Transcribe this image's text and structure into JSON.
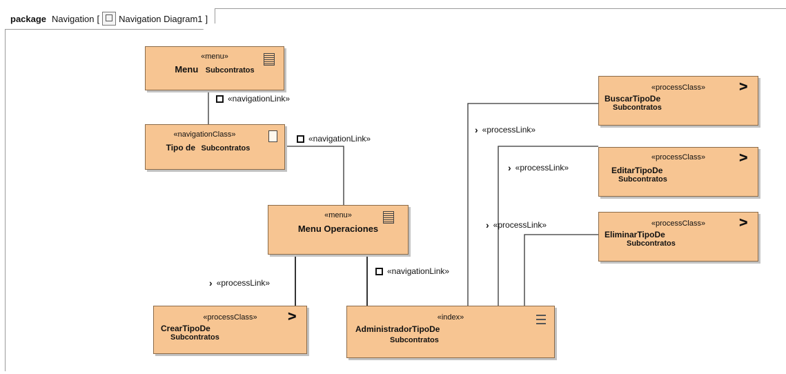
{
  "frame": {
    "keyword": "package",
    "name": "Navigation",
    "open_bracket": "[",
    "diagram_name": "Navigation Diagram1",
    "close_bracket": "]",
    "diagram_icon": "diagram-icon"
  },
  "nodes": {
    "menu": {
      "stereotype": "«menu»",
      "name": "Menu",
      "name2": "Subcontratos",
      "icon": "menu-icon"
    },
    "tipo": {
      "stereotype": "«navigationClass»",
      "name": "Tipo de",
      "name2": "Subcontratos",
      "icon": "class-icon"
    },
    "menuop": {
      "stereotype": "«menu»",
      "name": "Menu Operaciones",
      "icon": "menu-icon"
    },
    "crear": {
      "stereotype": "«processClass»",
      "name": "CrearTipoDe",
      "name2": "Subcontratos",
      "icon": "process-icon"
    },
    "admin": {
      "stereotype": "«index»",
      "name": "AdministradorTipoDe",
      "name2": "Subcontratos",
      "icon": "index-icon"
    },
    "buscar": {
      "stereotype": "«processClass»",
      "name": "BuscarTipoDe",
      "name2": "Subcontratos",
      "icon": "process-icon"
    },
    "editar": {
      "stereotype": "«processClass»",
      "name": "EditarTipoDe",
      "name2": "Subcontratos",
      "icon": "process-icon"
    },
    "eliminar": {
      "stereotype": "«processClass»",
      "name": "EliminarTipoDe",
      "name2": "Subcontratos",
      "icon": "process-icon"
    }
  },
  "links": {
    "nav1": "«navigationLink»",
    "nav2": "«navigationLink»",
    "nav3": "«navigationLink»",
    "proc_crear": "«processLink»",
    "proc_buscar": "«processLink»",
    "proc_editar": "«processLink»",
    "proc_eliminar": "«processLink»"
  },
  "colors": {
    "node_fill": "#f7c592",
    "node_border": "#8a6a48",
    "line": "#333333"
  }
}
